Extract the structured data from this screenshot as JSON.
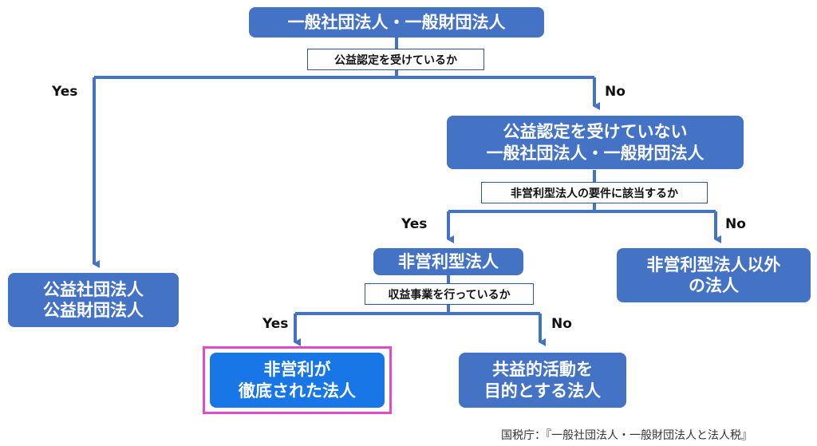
{
  "nodes": {
    "root": [
      "一般社団法人・一般財団法人"
    ],
    "not_certified": [
      "公益認定を受けていない",
      "一般社団法人・一般財団法人"
    ],
    "public_interest": [
      "公益社団法人",
      "公益財団法人"
    ],
    "nonprofit_type": [
      "非営利型法人"
    ],
    "other_than_nonprofit": [
      "非営利型法人以外",
      "の法人"
    ],
    "thorough_nonprofit": [
      "非営利が",
      "徹底された法人"
    ],
    "mutual_benefit": [
      "共益的活動を",
      "目的とする法人"
    ]
  },
  "questions": {
    "q1": "公益認定を受けているか",
    "q2": "非営利型法人の要件に該当するか",
    "q3": "収益事業を行っているか"
  },
  "labels": {
    "yes1": "Yes",
    "no1": "No",
    "yes2": "Yes",
    "no2": "No",
    "yes3": "Yes",
    "no3": "No"
  },
  "source": "国税庁：『一般社団法人・一般財団法人と法人税』",
  "colors": {
    "node": "#4472c4",
    "highlight_node": "#1876e6",
    "highlight_frame": "#e24bc8",
    "line": "#4472c4"
  }
}
